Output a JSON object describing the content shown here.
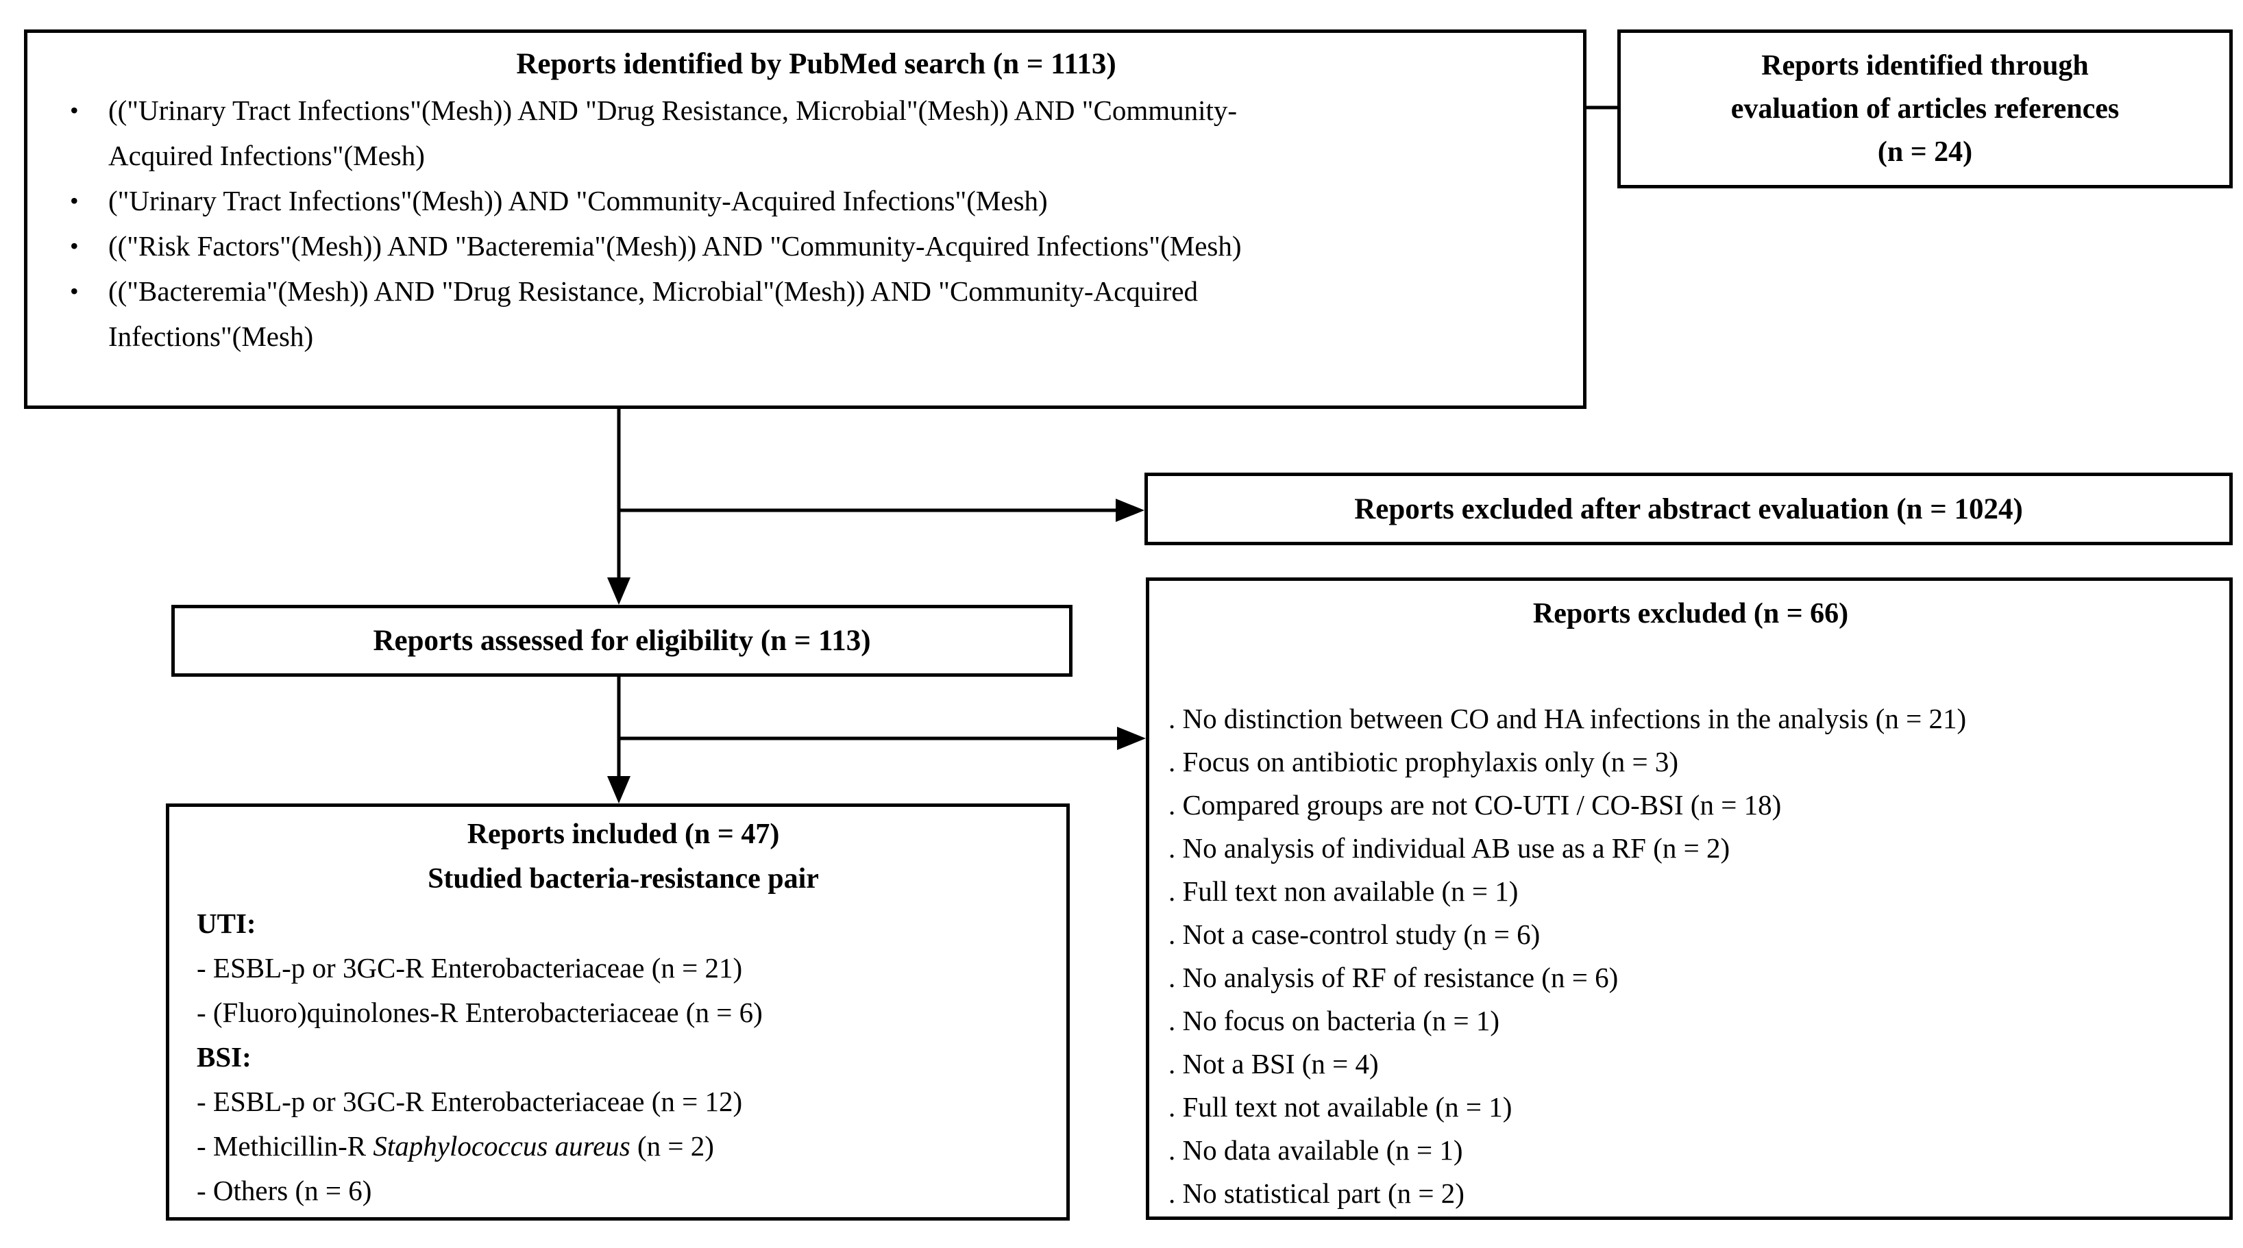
{
  "diagram": {
    "colors": {
      "border": "#000000",
      "text": "#000000",
      "background": "#ffffff"
    },
    "bullet_glyph": "•",
    "pubmed_box": {
      "title": "Reports identified by PubMed search (n = 1113)",
      "queries": [
        "((\"Urinary Tract Infections\"(Mesh)) AND \"Drug Resistance, Microbial\"(Mesh)) AND \"Community-Acquired Infections\"(Mesh)",
        "(\"Urinary Tract Infections\"(Mesh)) AND \"Community-Acquired Infections\"(Mesh)",
        "((\"Risk Factors\"(Mesh)) AND \"Bacteremia\"(Mesh)) AND \"Community-Acquired Infections\"(Mesh)",
        "((\"Bacteremia\"(Mesh)) AND \"Drug Resistance, Microbial\"(Mesh)) AND \"Community-Acquired Infections\"(Mesh)"
      ]
    },
    "references_box": {
      "lines": [
        "Reports identified through",
        "evaluation of articles references",
        "(n = 24)"
      ]
    },
    "abstract_excluded_box": {
      "title": "Reports excluded after abstract evaluation (n = 1024)"
    },
    "assessed_box": {
      "title": "Reports assessed for eligibility (n = 113)"
    },
    "included_box": {
      "title_line1": "Reports included (n = 47)",
      "title_line2": "Studied bacteria-resistance pair",
      "uti_label": "UTI:",
      "uti_item1": "- ESBL-p or 3GC-R Enterobacteriaceae (n = 21)",
      "uti_item2": "- (Fluoro)quinolones-R Enterobacteriaceae (n = 6)",
      "bsi_label": "BSI:",
      "bsi_item1": "- ESBL-p or 3GC-R Enterobacteriaceae (n = 12)",
      "bsi_item2_pre": "- Methicillin-R ",
      "bsi_item2_italic": "Staphylococcus aureus",
      "bsi_item2_post": " (n = 2)",
      "bsi_item3": "- Others (n = 6)"
    },
    "excluded_box": {
      "title": "Reports excluded (n = 66)",
      "reasons": [
        ". No distinction between CO and HA infections in the analysis (n = 21)",
        ". Focus on antibiotic prophylaxis only (n = 3)",
        ". Compared groups are not CO-UTI / CO-BSI (n = 18)",
        ". No analysis of individual AB use as a RF (n = 2)",
        ". Full text non available (n = 1)",
        ". Not a case-control study (n = 6)",
        ". No analysis of RF of resistance (n = 6)",
        ". No focus on bacteria (n = 1)",
        ". Not a BSI (n = 4)",
        ". Full text not available (n = 1)",
        ". No data available (n = 1)",
        ". No statistical part (n = 2)"
      ]
    }
  }
}
